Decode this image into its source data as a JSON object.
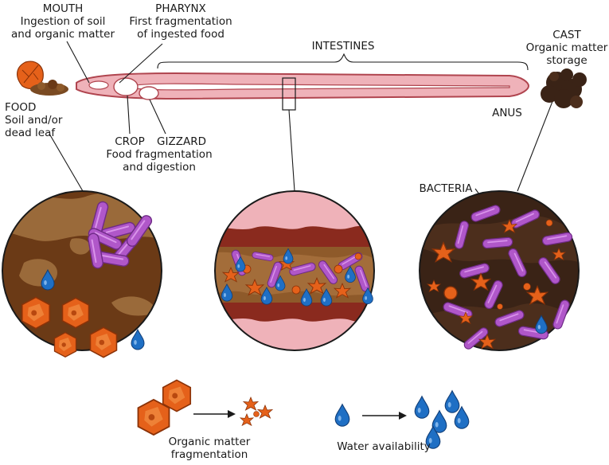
{
  "labels": {
    "mouth": {
      "title": "MOUTH",
      "line1": "Ingestion of soil",
      "line2": "and organic matter"
    },
    "pharynx": {
      "title": "PHARYNX",
      "line1": "First fragmentation",
      "line2": "of ingested food"
    },
    "intestines": {
      "title": "INTESTINES"
    },
    "cast": {
      "title": "CAST",
      "line1": "Organic matter",
      "line2": "storage"
    },
    "food": {
      "title": "FOOD",
      "line1": "Soil and/or",
      "line2": "dead leaf"
    },
    "crop": {
      "title": "CROP"
    },
    "gizzard": {
      "title": "GIZZARD"
    },
    "digestion": {
      "line1": "Food fragmentation",
      "line2": "and digestion"
    },
    "anus": {
      "title": "ANUS"
    },
    "bacteria": {
      "title": "BACTERIA"
    }
  },
  "legend": {
    "fragmentation": {
      "line1": "Organic matter",
      "line2": "fragmentation"
    },
    "water": {
      "line1": "Water availability"
    }
  },
  "colors": {
    "worm_body": "#efb2b9",
    "worm_outline": "#b0454f",
    "soil_dark": "#6b3a16",
    "soil_light": "#9a6a3a",
    "cast_soil": "#3a2316",
    "bacteria": "#b057c9",
    "organic_matter": "#e5611a",
    "water": "#1f6fc4"
  }
}
